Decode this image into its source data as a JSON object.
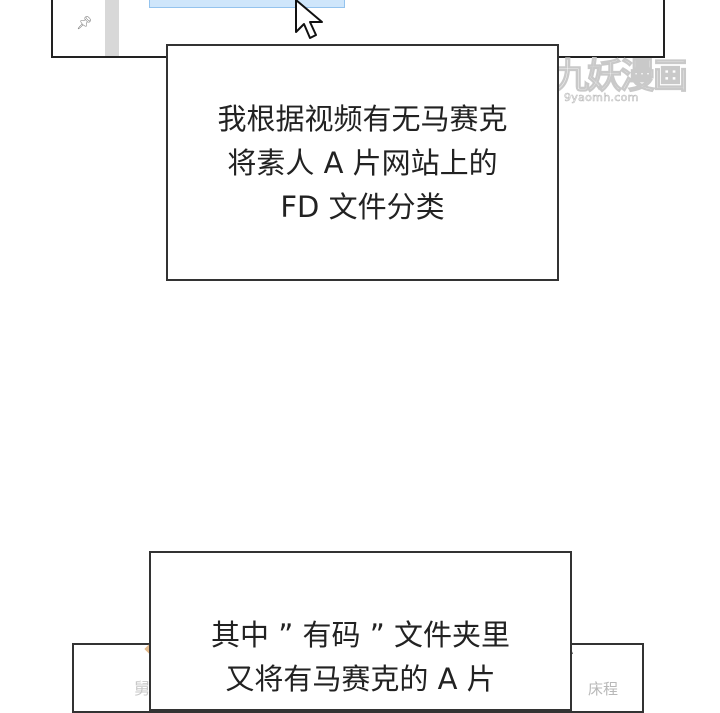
{
  "watermark": {
    "title": "九妖漫画",
    "url": "9yaomh.com"
  },
  "captions": [
    {
      "lines": [
        "我根据视频有无马赛克",
        "将素人 A 片网站上的",
        "FD 文件分类"
      ]
    },
    {
      "lines": [
        "其中 ” 有码 ” 文件夹里",
        "又将有马赛克的 A 片"
      ]
    }
  ],
  "bottom_panel": {
    "left_text": "舅",
    "right_text": "床程"
  },
  "icons": {
    "pin": "pin-icon",
    "cursor": "mouse-cursor-icon"
  },
  "colors": {
    "selection": "#cfe6fb",
    "border": "#333333",
    "watermark": "#c9c9c9"
  }
}
